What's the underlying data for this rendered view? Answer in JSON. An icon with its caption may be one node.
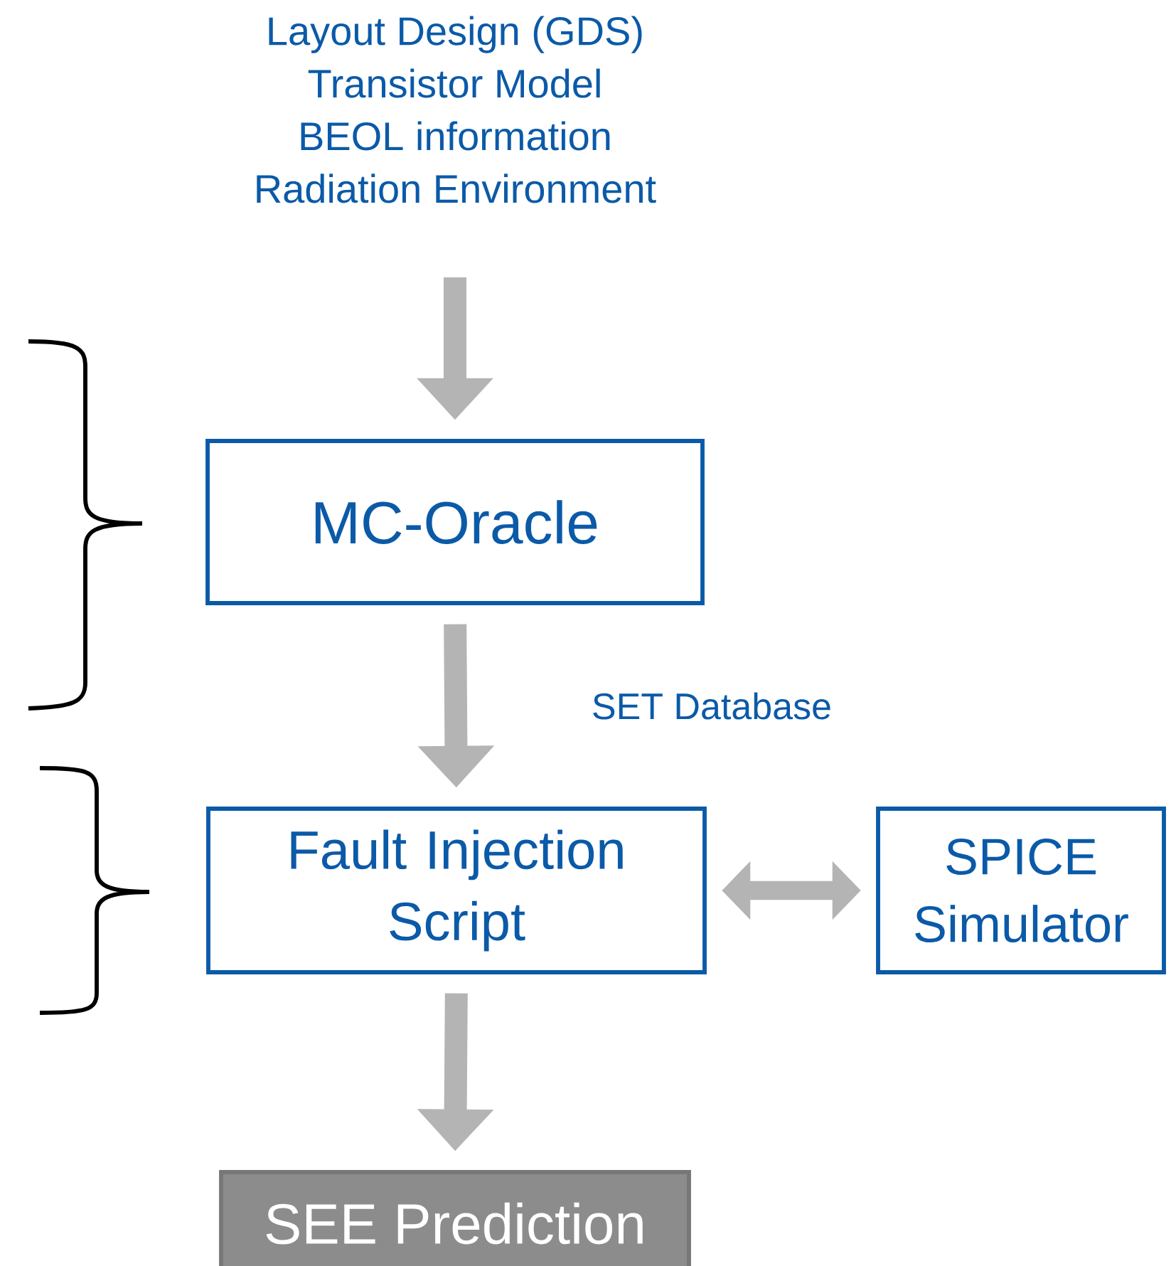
{
  "diagram": {
    "nodes": [
      {
        "text": [
          "Layout Design (GDS)",
          "Transistor Model",
          "BEOL information",
          "Radiation Environment"
        ]
      },
      {
        "text": [
          "MC-Oracle"
        ]
      },
      {
        "text": [
          "Fault Injection Script"
        ]
      },
      {
        "text": [
          "SPICE Simulator"
        ]
      },
      {
        "text": [
          "SEE Prediction"
        ]
      }
    ],
    "edges": [
      {
        "from": 0,
        "to": 1,
        "arrow": "to"
      },
      {
        "from": 1,
        "to": 2,
        "arrow": "to",
        "label": "SET Database"
      },
      {
        "from": 2,
        "to": 3,
        "arrow": "both"
      },
      {
        "from": 2,
        "to": 4,
        "arrow": "to"
      }
    ]
  }
}
